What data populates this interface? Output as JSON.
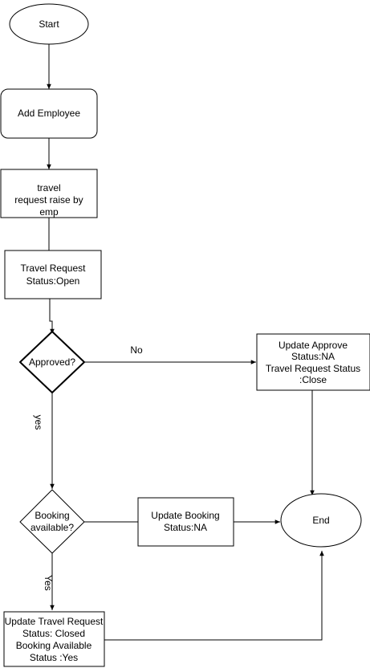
{
  "nodes": {
    "start": "Start",
    "add_employee": "Add Employee",
    "travel_request_raise": [
      "travel",
      "request raise by",
      "emp"
    ],
    "travel_request_status_open": [
      "Travel Request",
      "Status:Open"
    ],
    "approved": "Approved?",
    "update_approve": [
      "Update Approve",
      "Status:NA",
      "Travel Request Status",
      ":Close"
    ],
    "booking_available": [
      "Booking",
      "available?"
    ],
    "update_booking": [
      "Update Booking",
      "Status:NA"
    ],
    "end": "End",
    "update_travel_request": [
      "Update Travel Request",
      "Status: Closed",
      "Booking Available",
      "Status :Yes"
    ]
  },
  "edge_labels": {
    "no": "No",
    "yes_approved": "yes",
    "yes_booking": "Yes"
  }
}
